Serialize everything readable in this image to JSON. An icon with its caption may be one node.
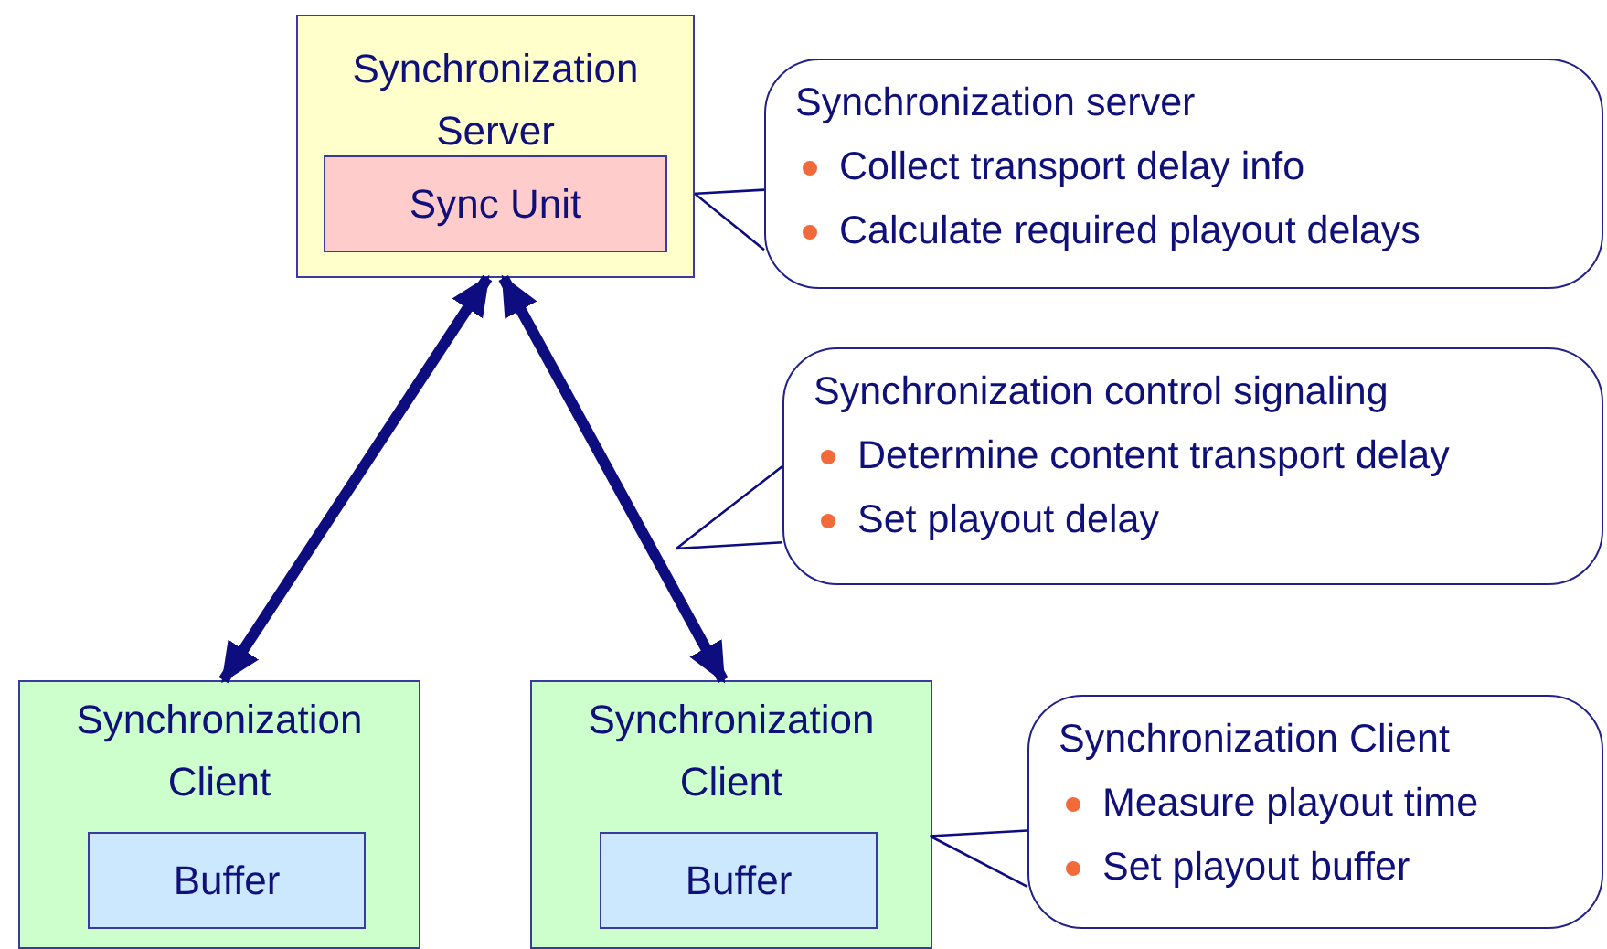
{
  "diagram": {
    "nodes": [
      {
        "text": [
          "Synchronization Server"
        ]
      },
      {
        "text": [
          "Sync Unit"
        ],
        "in": 0
      },
      {
        "text": [
          "Synchronization Client"
        ]
      },
      {
        "text": [
          "Buffer"
        ],
        "in": 2
      },
      {
        "text": [
          "Synchronization Client"
        ]
      },
      {
        "text": [
          "Buffer"
        ],
        "in": 4
      },
      {
        "text": [
          "Synchronization server",
          "Collect transport delay info",
          "Calculate required playout delays"
        ]
      },
      {
        "text": [
          "Synchronization control signaling",
          "Determine content transport delay",
          "Set playout delay"
        ]
      },
      {
        "text": [
          "Synchronization Client",
          "Measure playout time",
          "Set playout buffer"
        ]
      }
    ],
    "edges": [
      {
        "from": 0,
        "to": 2,
        "arrow": "both",
        "style": "thick"
      },
      {
        "from": 0,
        "to": 4,
        "arrow": "both",
        "style": "thick"
      },
      {
        "from": 6,
        "to": 0,
        "arrow": "none"
      },
      {
        "from": 7,
        "to": null,
        "arrow": "none"
      },
      {
        "from": 8,
        "to": 4,
        "arrow": "none"
      }
    ]
  }
}
